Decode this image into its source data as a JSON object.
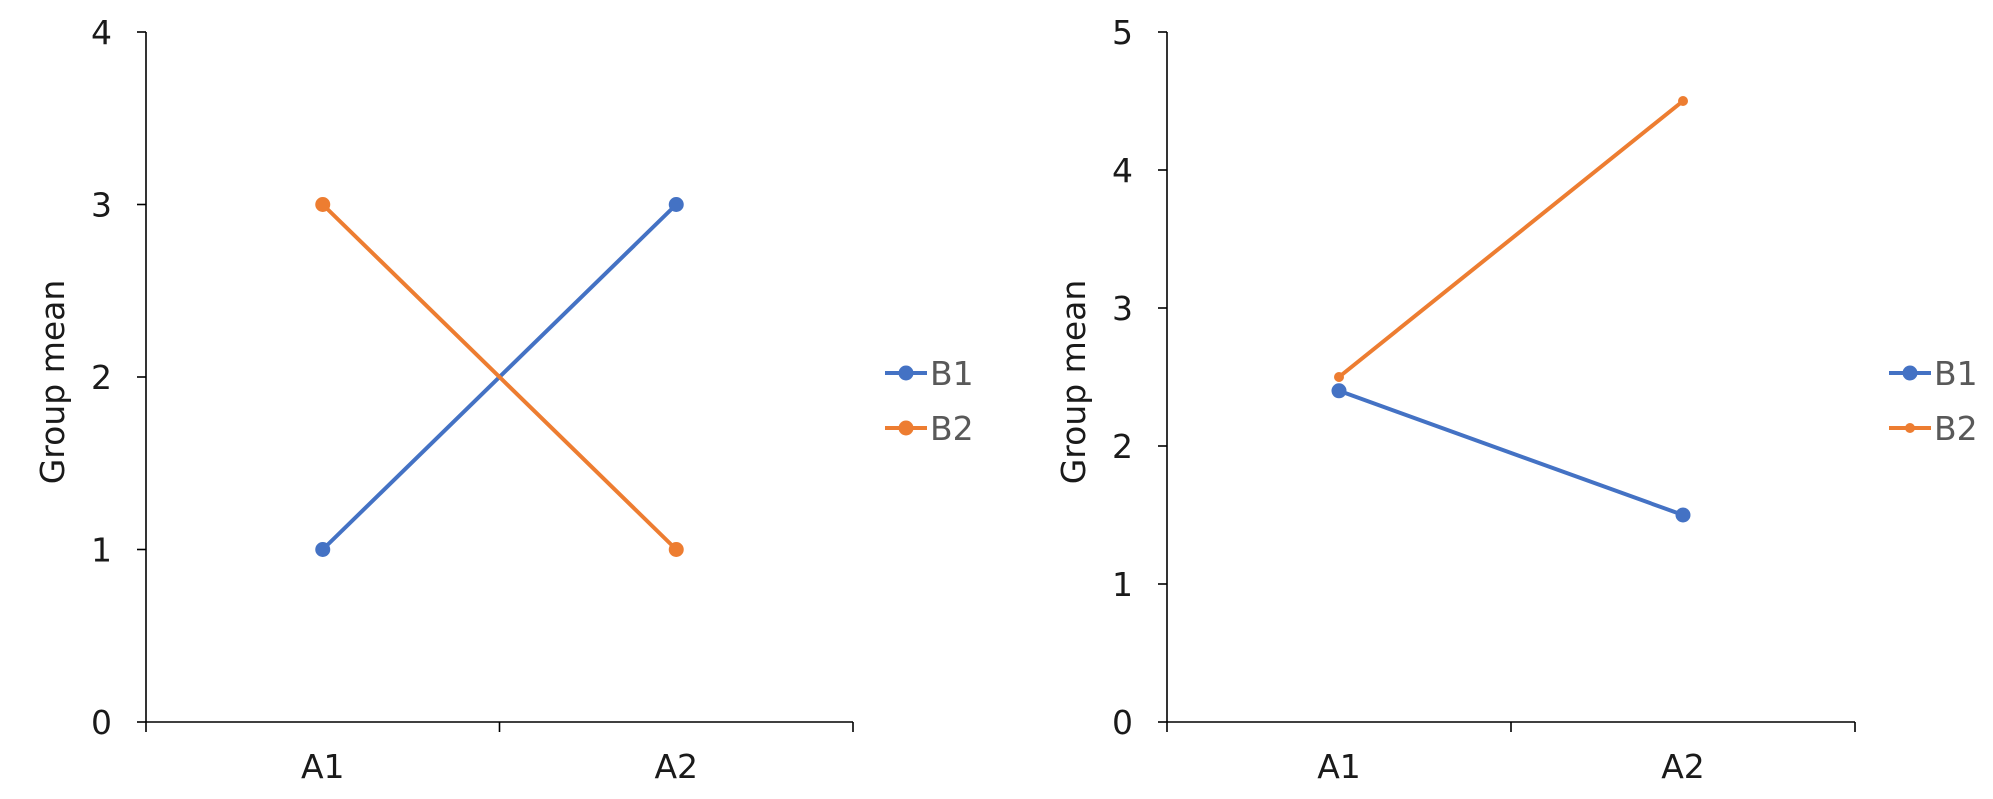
{
  "chart_data": [
    {
      "type": "line",
      "title": "",
      "xlabel": "",
      "ylabel": "Group mean",
      "categories": [
        "A1",
        "A2"
      ],
      "ylim": [
        0,
        4
      ],
      "yticks": [
        "0",
        "1",
        "2",
        "3",
        "4"
      ],
      "grid": false,
      "legend_position": "right",
      "series": [
        {
          "name": "B1",
          "values": [
            1,
            3
          ],
          "color": "#4472C4"
        },
        {
          "name": "B2",
          "values": [
            3,
            1
          ],
          "color": "#ED7D31"
        }
      ]
    },
    {
      "type": "line",
      "title": "",
      "xlabel": "",
      "ylabel": "Group mean",
      "categories": [
        "A1",
        "A2"
      ],
      "ylim": [
        0,
        5
      ],
      "yticks": [
        "0",
        "1",
        "2",
        "3",
        "4",
        "5"
      ],
      "grid": false,
      "legend_position": "right",
      "series": [
        {
          "name": "B1",
          "values": [
            2.4,
            1.5
          ],
          "color": "#4472C4"
        },
        {
          "name": "B2",
          "values": [
            2.5,
            4.5
          ],
          "color": "#ED7D31"
        }
      ]
    }
  ]
}
